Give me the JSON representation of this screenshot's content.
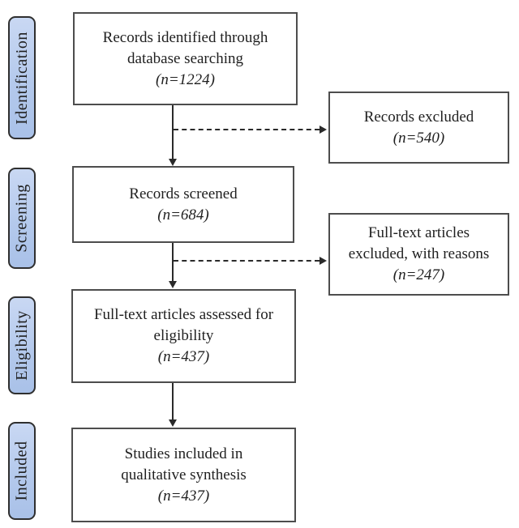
{
  "stages": [
    {
      "label": "Identification"
    },
    {
      "label": "Screening"
    },
    {
      "label": "Eligibility"
    },
    {
      "label": "Included"
    }
  ],
  "boxes": {
    "identified": {
      "lines": [
        "Records identified through",
        "database searching"
      ],
      "count": "(n=1224)"
    },
    "screened": {
      "lines": [
        "Records screened"
      ],
      "count": "(n=684)"
    },
    "assessed": {
      "lines": [
        "Full-text articles assessed for",
        "eligibility"
      ],
      "count": "(n=437)"
    },
    "included": {
      "lines": [
        "Studies included in",
        "qualitative synthesis"
      ],
      "count": "(n=437)"
    },
    "records_excluded": {
      "lines": [
        "Records excluded"
      ],
      "count": "(n=540)"
    },
    "fulltext_excluded": {
      "lines": [
        "Full-text articles",
        "excluded, with reasons"
      ],
      "count": "(n=247)"
    }
  },
  "colors": {
    "background": "#ffffff",
    "text": "#1f1f1f",
    "stage_fill": "#b4c9ec",
    "stage_border": "#2f2f2f",
    "box_border": "#4d4d4d",
    "arrow": "#2a2a2a"
  }
}
